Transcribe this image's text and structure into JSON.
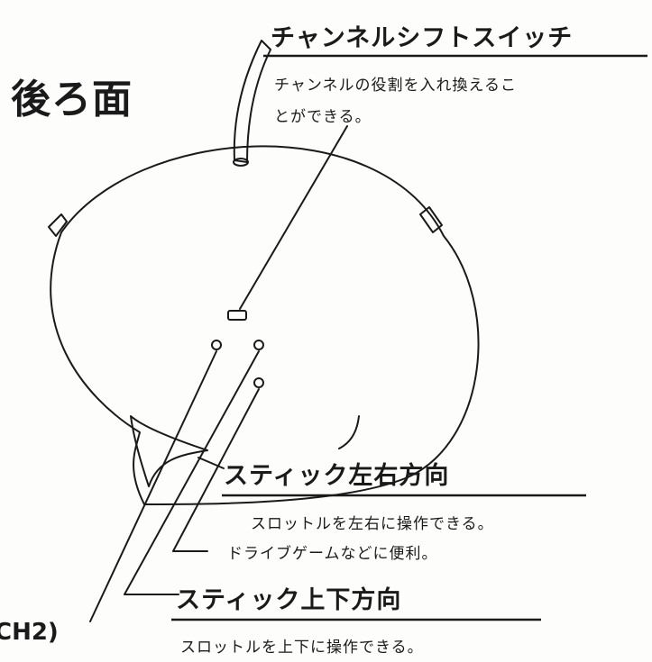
{
  "page_title": "後ろ面",
  "callouts": {
    "channel_shift_switch": {
      "heading": "チャンネルシフトスイッチ",
      "desc_line1": "チャンネルの役割を入れ換えるこ",
      "desc_line2": "とができる。"
    },
    "stick_left_right": {
      "heading": "スティック左右方向",
      "desc_line1": "スロットルを左右に操作できる。",
      "desc_line2": "ドライブゲームなどに便利。"
    },
    "stick_up_down": {
      "heading": "スティック上下方向",
      "desc_line1": "スロットルを上下に操作できる。"
    }
  },
  "partial_label": "CH2)"
}
